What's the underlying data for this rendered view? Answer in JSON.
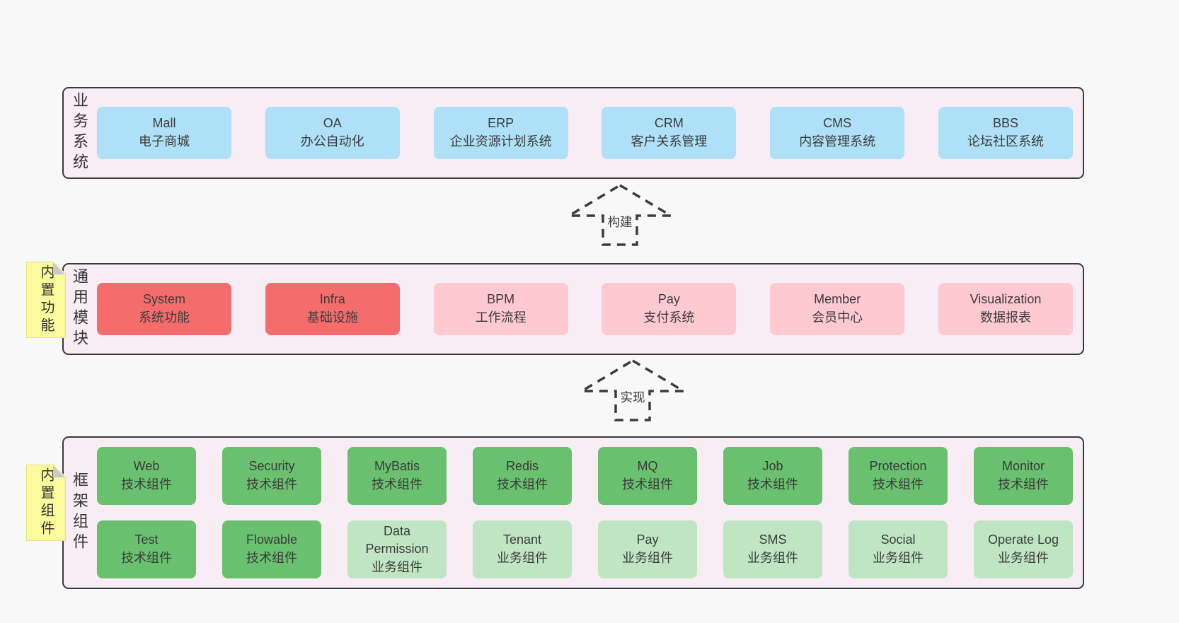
{
  "colors": {
    "page_bg": "#f8f8f8",
    "band_bg": "#f8ecf5",
    "band_border": "#3a3a3a",
    "blue": "#aee0f8",
    "red": "#f56c6c",
    "pink": "#ffc9d1",
    "green": "#69c16f",
    "light_green": "#c0e5c3",
    "sticky_yellow": "#fbfb9e",
    "sticky_fold": "#c9c9c9",
    "text": "#3b3b3b"
  },
  "arrows": {
    "build": "构建",
    "implement": "实现"
  },
  "bands": {
    "business": {
      "label": "业务系统",
      "boxes": [
        {
          "title": "Mall",
          "subtitle": "电子商城",
          "variant": "blue"
        },
        {
          "title": "OA",
          "subtitle": "办公自动化",
          "variant": "blue"
        },
        {
          "title": "ERP",
          "subtitle": "企业资源计划系统",
          "variant": "blue"
        },
        {
          "title": "CRM",
          "subtitle": "客户关系管理",
          "variant": "blue"
        },
        {
          "title": "CMS",
          "subtitle": "内容管理系统",
          "variant": "blue"
        },
        {
          "title": "BBS",
          "subtitle": "论坛社区系统",
          "variant": "blue"
        }
      ]
    },
    "modules": {
      "label": "通用模块",
      "sticky": "内置功能",
      "boxes": [
        {
          "title": "System",
          "subtitle": "系统功能",
          "variant": "red"
        },
        {
          "title": "Infra",
          "subtitle": "基础设施",
          "variant": "red"
        },
        {
          "title": "BPM",
          "subtitle": "工作流程",
          "variant": "pink"
        },
        {
          "title": "Pay",
          "subtitle": "支付系统",
          "variant": "pink"
        },
        {
          "title": "Member",
          "subtitle": "会员中心",
          "variant": "pink"
        },
        {
          "title": "Visualization",
          "subtitle": "数据报表",
          "variant": "pink"
        }
      ]
    },
    "components": {
      "label": "框架组件",
      "sticky": "内置组件",
      "rows": [
        [
          {
            "title": "Web",
            "subtitle": "技术组件",
            "variant": "green"
          },
          {
            "title": "Security",
            "subtitle": "技术组件",
            "variant": "green"
          },
          {
            "title": "MyBatis",
            "subtitle": "技术组件",
            "variant": "green"
          },
          {
            "title": "Redis",
            "subtitle": "技术组件",
            "variant": "green"
          },
          {
            "title": "MQ",
            "subtitle": "技术组件",
            "variant": "green"
          },
          {
            "title": "Job",
            "subtitle": "技术组件",
            "variant": "green"
          },
          {
            "title": "Protection",
            "subtitle": "技术组件",
            "variant": "green"
          },
          {
            "title": "Monitor",
            "subtitle": "技术组件",
            "variant": "green"
          }
        ],
        [
          {
            "title": "Test",
            "subtitle": "技术组件",
            "variant": "green"
          },
          {
            "title": "Flowable",
            "subtitle": "技术组件",
            "variant": "green"
          },
          {
            "title": "Data\nPermission",
            "subtitle": "业务组件",
            "variant": "lightgreen"
          },
          {
            "title": "Tenant",
            "subtitle": "业务组件",
            "variant": "lightgreen"
          },
          {
            "title": "Pay",
            "subtitle": "业务组件",
            "variant": "lightgreen"
          },
          {
            "title": "SMS",
            "subtitle": "业务组件",
            "variant": "lightgreen"
          },
          {
            "title": "Social",
            "subtitle": "业务组件",
            "variant": "lightgreen"
          },
          {
            "title": "Operate Log",
            "subtitle": "业务组件",
            "variant": "lightgreen"
          }
        ]
      ]
    }
  }
}
